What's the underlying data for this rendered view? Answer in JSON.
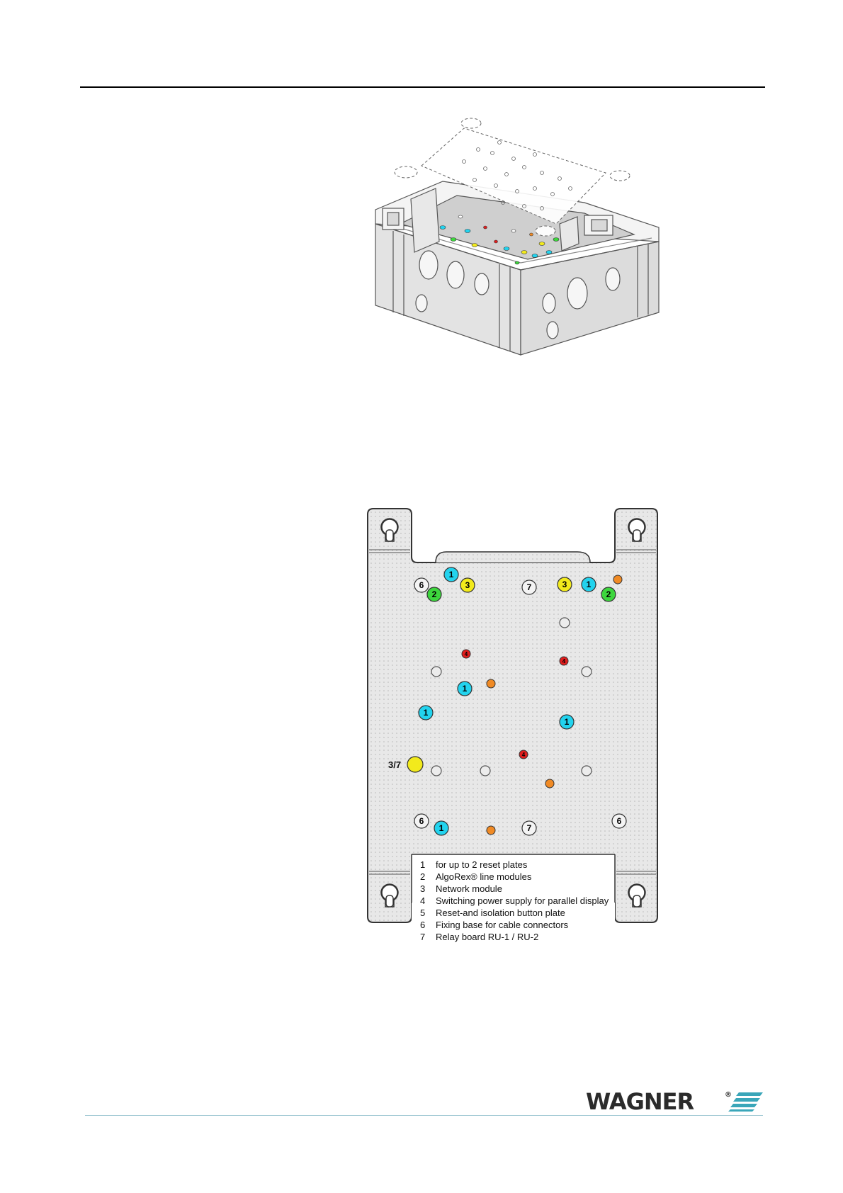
{
  "document": {
    "brand": "WAGNER",
    "brand_mark": "®",
    "brand_color": "#3aa6b9"
  },
  "figure_plate": {
    "legend": [
      {
        "num": "1",
        "text": "for up to 2 reset plates"
      },
      {
        "num": "2",
        "text": "AlgoRex® line modules"
      },
      {
        "num": "3",
        "text": "Network module"
      },
      {
        "num": "4",
        "text": "Switching power supply for parallel display"
      },
      {
        "num": "5",
        "text": "Reset-and isolation button plate"
      },
      {
        "num": "6",
        "text": "Fixing base for cable connectors"
      },
      {
        "num": "7",
        "text": "Relay board RU-1 / RU-2"
      }
    ],
    "side_label": "3/7",
    "callouts": {
      "c1a": "1",
      "c1b": "1",
      "c1c": "1",
      "c1d": "1",
      "c1e": "1",
      "c1f": "1",
      "c2a": "2",
      "c2b": "2",
      "c3a": "3",
      "c3b": "3",
      "c4a": "4",
      "c4b": "4",
      "c4c": "4",
      "c6a": "6",
      "c6b": "6",
      "c6c": "6",
      "c7a": "7",
      "c7b": "7"
    },
    "colors": {
      "cyan": "#22d3ee",
      "green": "#3dd63d",
      "yellow": "#f2ea1c",
      "red": "#e11d1d",
      "orange": "#f08a24"
    }
  }
}
